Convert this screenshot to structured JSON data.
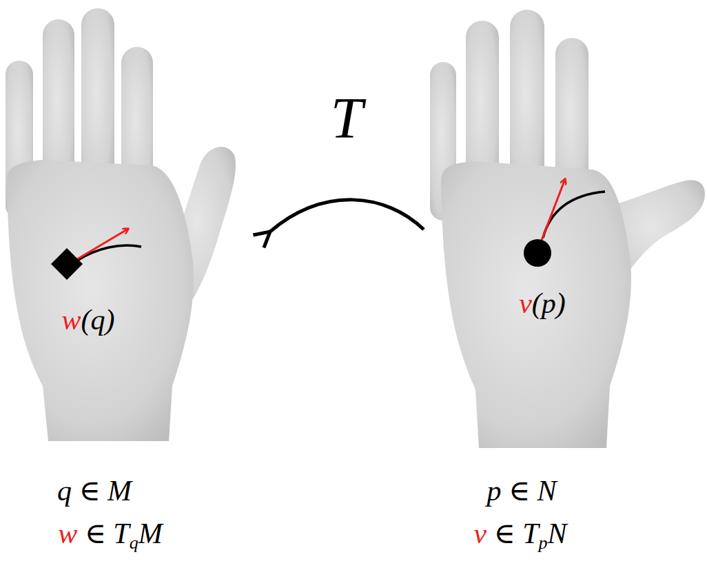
{
  "diagram": {
    "labels": [
      "T",
      "w(q)",
      "v(p)",
      "q ∈ M",
      "w ∈ TqM",
      "p ∈ N",
      "v ∈ TpN"
    ]
  }
}
